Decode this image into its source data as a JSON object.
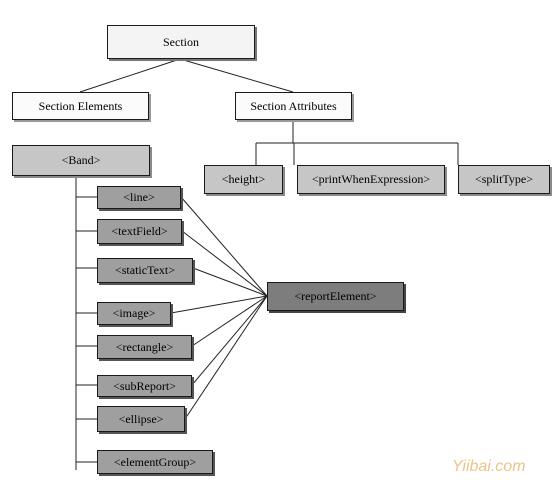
{
  "root": {
    "label": "Section"
  },
  "branches": {
    "elements": {
      "label": "Section Elements"
    },
    "attributes": {
      "label": "Section Attributes"
    }
  },
  "band": {
    "label": "<Band>"
  },
  "attributes": [
    {
      "id": "height",
      "label": "<height>"
    },
    {
      "id": "print-when-expression",
      "label": "<printWhenExpression>"
    },
    {
      "id": "split-type",
      "label": "<splitType>"
    }
  ],
  "elements": [
    {
      "id": "line",
      "label": "<line>"
    },
    {
      "id": "text-field",
      "label": "<textField>"
    },
    {
      "id": "static-text",
      "label": "<staticText>"
    },
    {
      "id": "image",
      "label": "<image>"
    },
    {
      "id": "rectangle",
      "label": "<rectangle>"
    },
    {
      "id": "sub-report",
      "label": "<subReport>"
    },
    {
      "id": "ellipse",
      "label": "<ellipse>"
    },
    {
      "id": "element-group",
      "label": "<elementGroup>"
    }
  ],
  "report_element": {
    "label": "<reportElement>"
  },
  "watermark": {
    "text": "Yiibai.com"
  }
}
